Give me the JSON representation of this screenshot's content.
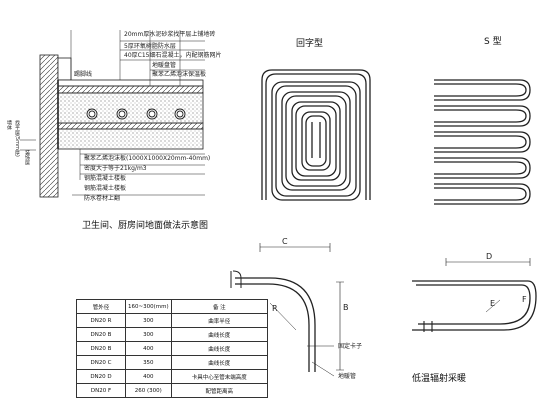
{
  "floor_section": {
    "layers": [
      "20mm厚水泥砂浆找平层上铺地砖",
      "5厚环氧树脂防水层",
      "40厚C15细石混凝土，内配钢筋网片",
      "地暖盘管",
      "聚苯乙烯泡沫保温板",
      "钢筋混凝土楼板",
      "防水卷材上翻"
    ],
    "notes": [
      "聚苯乙烯泡沫板(1000X1000X20mm-40mm)",
      "密度大于等于21kg/m3",
      "钢筋混凝土楼板"
    ],
    "wall_labels": [
      "墙体",
      "踢脚线",
      "找平层(5mm厚)"
    ],
    "side_label": "装饰层",
    "caption": "卫生间、厨房间地面做法示意图"
  },
  "huizi": {
    "title": "回字型"
  },
  "s_type": {
    "title": "S 型"
  },
  "bend1": {
    "labels": {
      "c": "C",
      "b": "B",
      "r": "R",
      "clip": "固定卡子",
      "pipe": "地暖管"
    }
  },
  "bend2": {
    "labels": {
      "d": "D",
      "e": "E",
      "f": "F",
      "caption": "低温辐射采暖"
    }
  },
  "spec_table": {
    "headers": [
      "管外径",
      "160~300(mm)",
      "备  注"
    ],
    "rows": [
      [
        "DN20",
        "R",
        "300",
        "曲率半径"
      ],
      [
        "DN20",
        "B",
        "300",
        "曲线长度"
      ],
      [
        "DN20",
        "B",
        "400",
        "曲线长度"
      ],
      [
        "DN20",
        "C",
        "350",
        "曲线长度"
      ],
      [
        "DN20",
        "D",
        "400",
        "卡具中心至管末端高度"
      ],
      [
        "DN20",
        "F",
        "260 (300)",
        "配管距离高"
      ]
    ]
  }
}
